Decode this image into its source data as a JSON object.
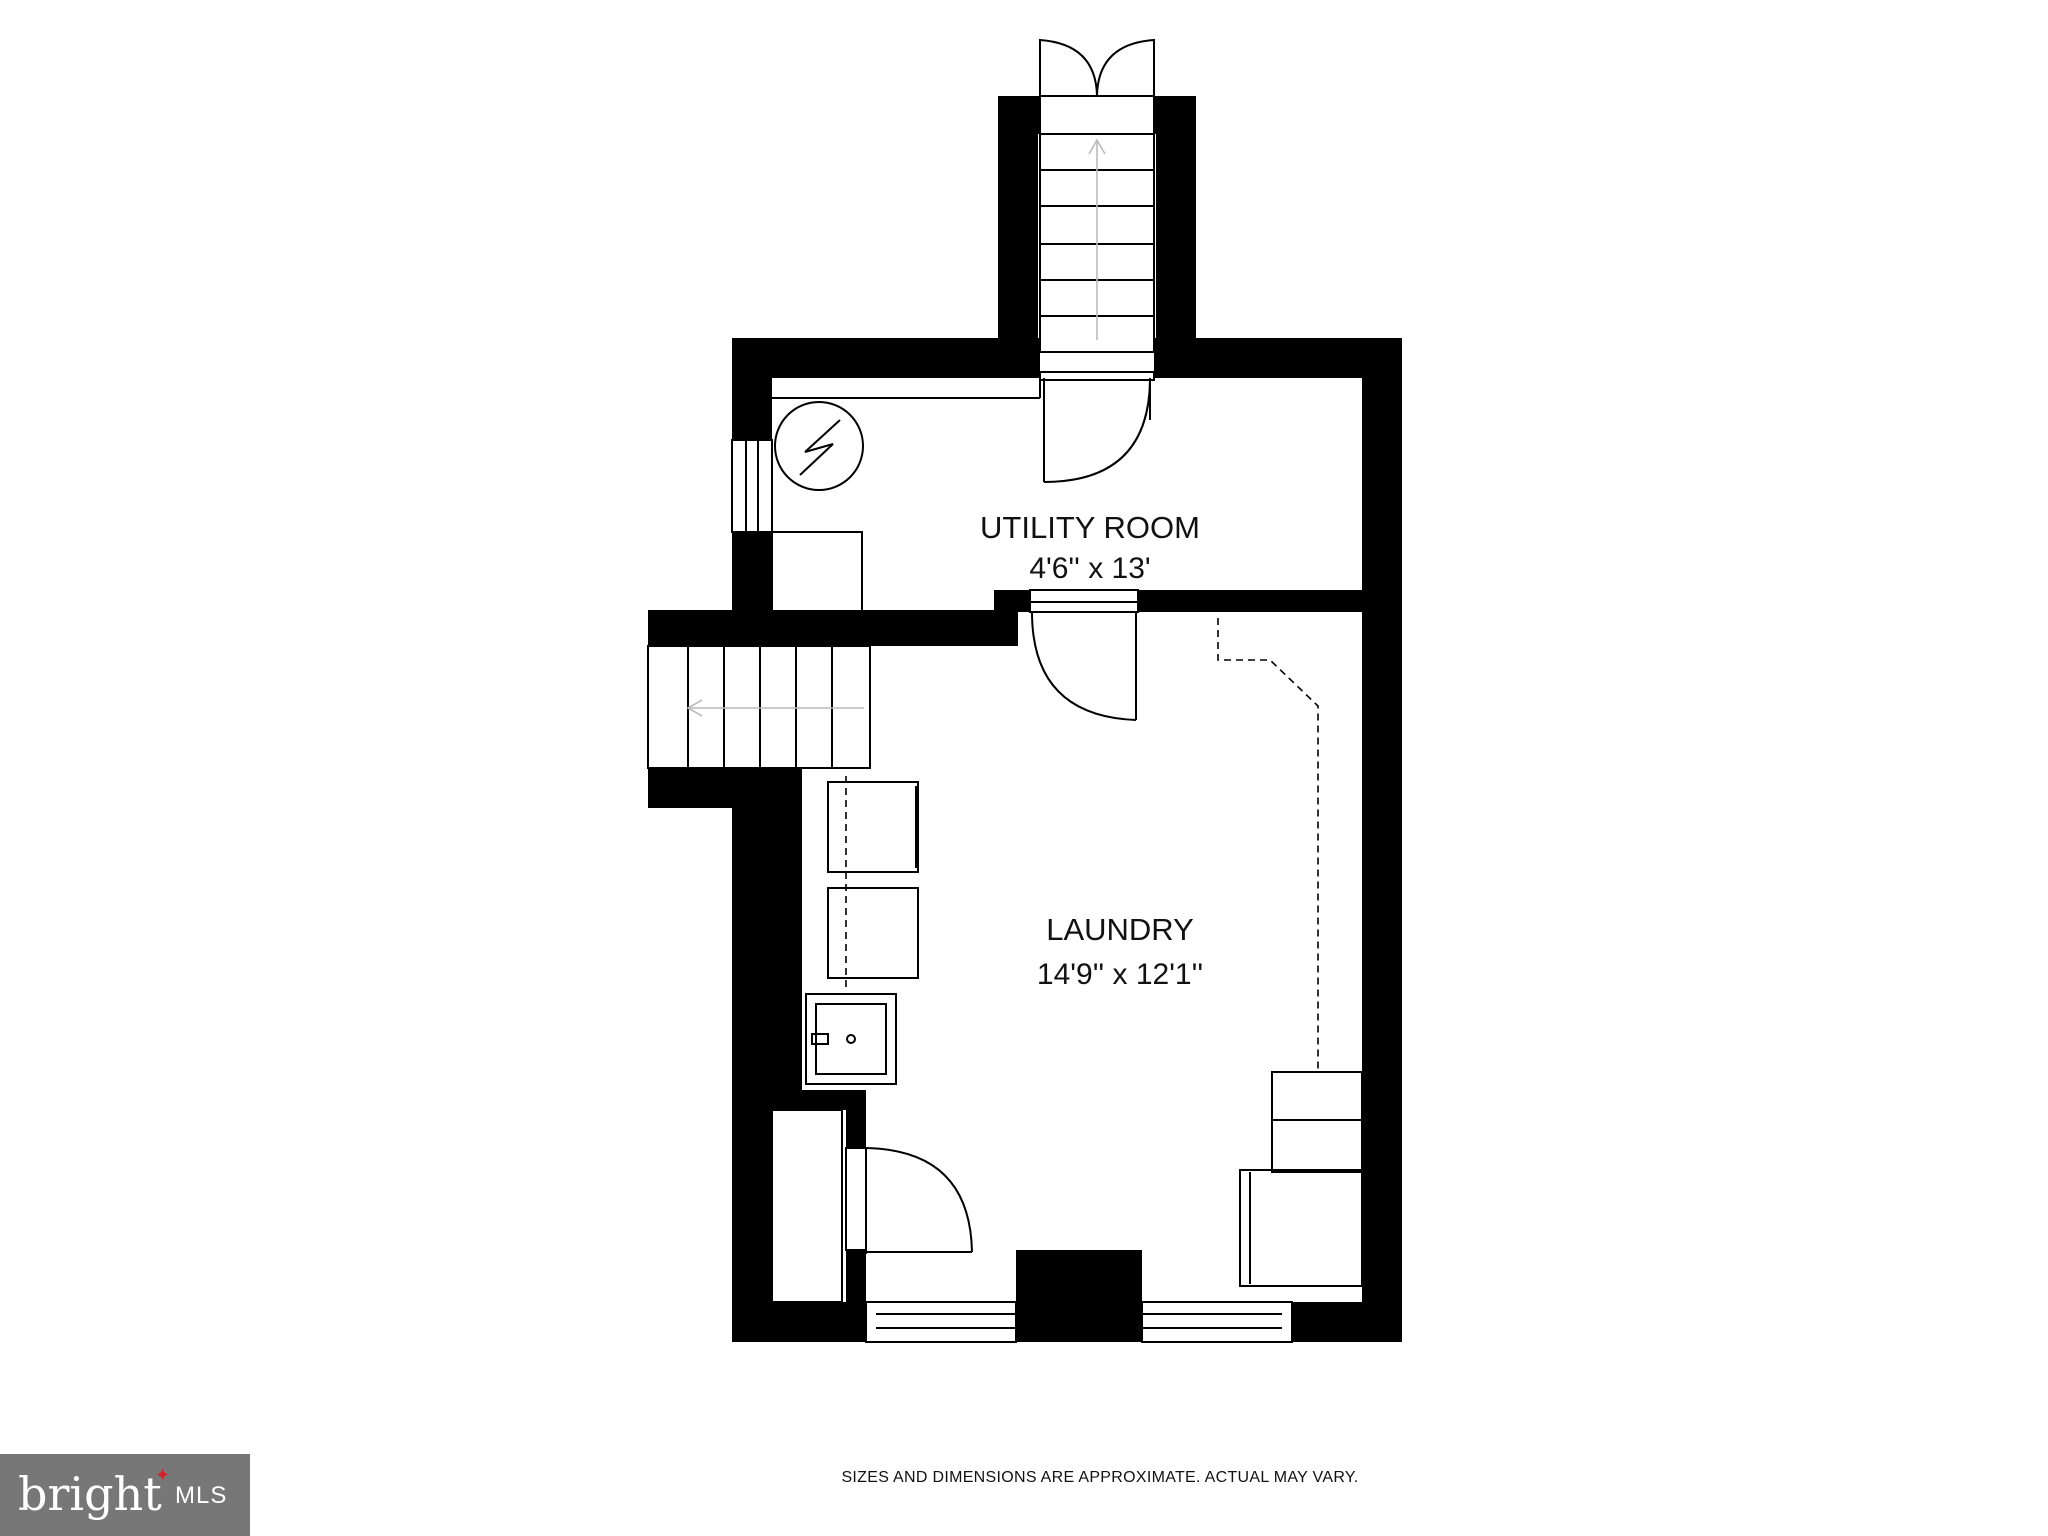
{
  "rooms": {
    "utility": {
      "name": "UTILITY ROOM",
      "dims": "4'6'' x 13'"
    },
    "laundry": {
      "name": "LAUNDRY",
      "dims": "14'9'' x 12'1''"
    }
  },
  "footer": {
    "disclaimer": "SIZES AND DIMENSIONS ARE APPROXIMATE. ACTUAL MAY VARY."
  },
  "logo": {
    "brand": "bright",
    "suffix": "MLS",
    "star_color": "#d3202a",
    "bg_color": "#777777"
  },
  "colors": {
    "wall": "#000000",
    "floor": "#ffffff"
  }
}
